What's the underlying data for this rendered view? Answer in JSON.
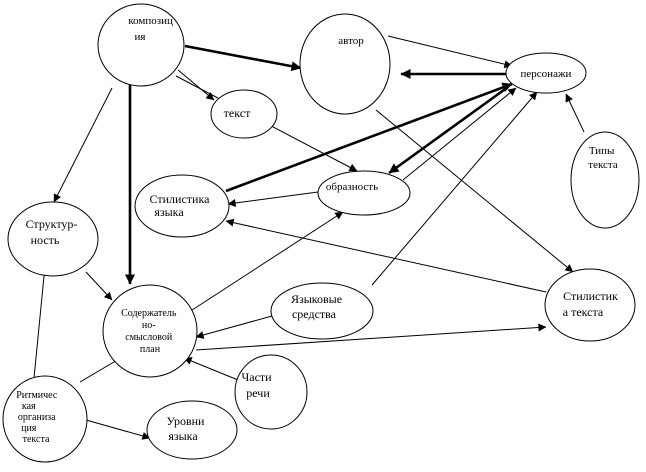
{
  "diagram": {
    "nodes": {
      "kompozitsiya": {
        "lines": [
          "композиц",
          "ия"
        ]
      },
      "avtor": {
        "lines": [
          "автор"
        ]
      },
      "personazhi": {
        "lines": [
          "персонажи"
        ]
      },
      "tekst": {
        "lines": [
          "текст"
        ]
      },
      "tipy_teksta": {
        "lines": [
          "Типы",
          "текста"
        ]
      },
      "stilistika_yazyka": {
        "lines": [
          "Стилистика",
          "языка"
        ]
      },
      "obraznost": {
        "lines": [
          "образность"
        ]
      },
      "strukturnost": {
        "lines": [
          "Структур-",
          "ность"
        ]
      },
      "soderzhatelno_smyslovoy_plan": {
        "lines": [
          "Содержатель",
          "но-",
          "смысловой",
          "план"
        ]
      },
      "yazykovye_sredstva": {
        "lines": [
          "Языковые",
          "средства"
        ]
      },
      "stilistika_teksta": {
        "lines": [
          "Стилистик",
          "а текста"
        ]
      },
      "chasti_rechi": {
        "lines": [
          "Части",
          "речи"
        ]
      },
      "ritmicheskaya_organizatsiya": {
        "lines": [
          "Ритмичес",
          "кая",
          "организа",
          "ция",
          "текста"
        ]
      },
      "urovni_yazyka": {
        "lines": [
          "Уровни",
          "языка"
        ]
      }
    }
  }
}
